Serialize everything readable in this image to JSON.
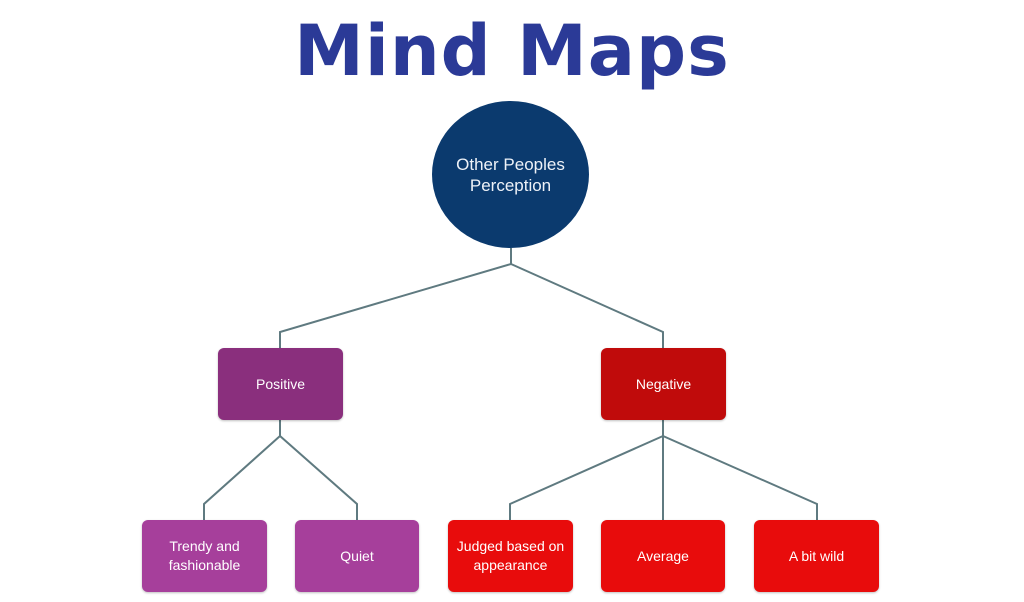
{
  "title": "Mind Maps",
  "colors": {
    "title": "#2b3a97",
    "root": "#0b3a6e",
    "positive_branch": "#8a2f7d",
    "positive_leaf": "#a63f9b",
    "negative_branch": "#c00b0b",
    "negative_leaf": "#e80c0c",
    "connector": "#5f7a80"
  },
  "root": {
    "label": "Other Peoples Perception"
  },
  "branches": [
    {
      "label": "Positive",
      "children": [
        {
          "label": "Trendy and fashionable"
        },
        {
          "label": "Quiet"
        }
      ]
    },
    {
      "label": "Negative",
      "children": [
        {
          "label": "Judged based on appearance"
        },
        {
          "label": "Average"
        },
        {
          "label": "A bit wild"
        }
      ]
    }
  ]
}
